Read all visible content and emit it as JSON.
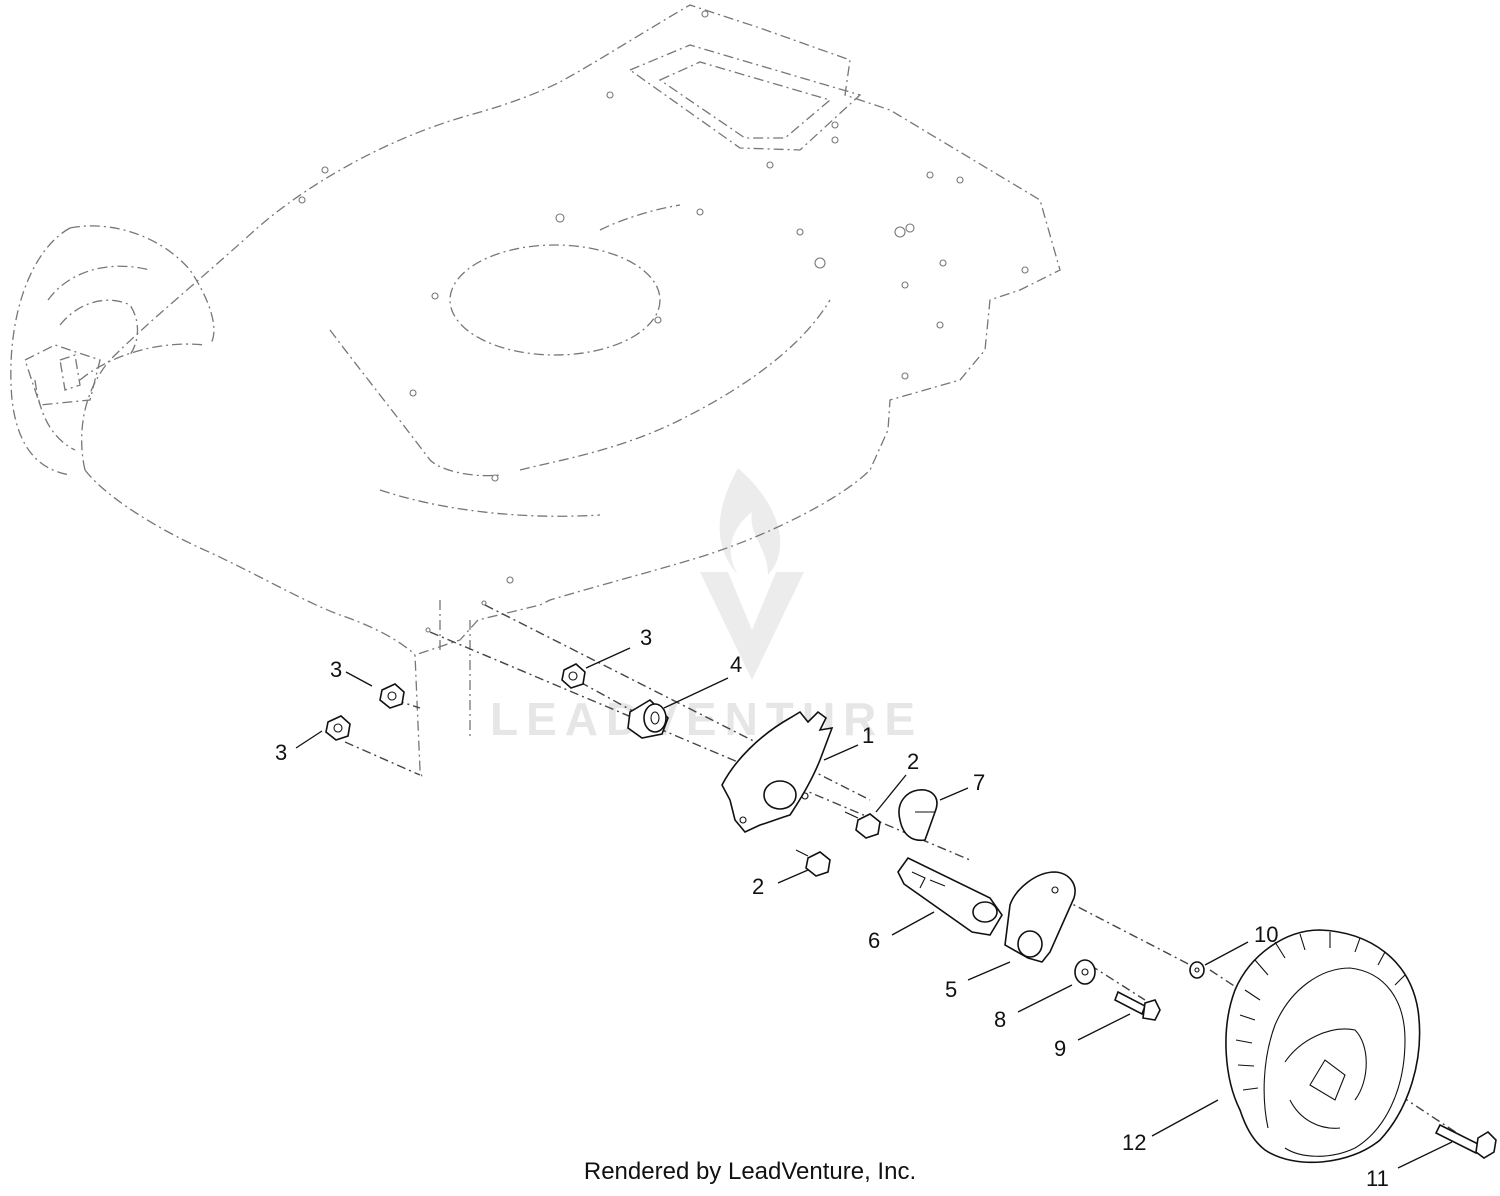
{
  "watermark": {
    "text": "LEADVENTURE"
  },
  "footer": {
    "text": "Rendered by LeadVenture, Inc."
  },
  "callouts": {
    "c1": "1",
    "c2a": "2",
    "c2b": "2",
    "c3a": "3",
    "c3b": "3",
    "c3c": "3",
    "c4": "4",
    "c5": "5",
    "c6": "6",
    "c7": "7",
    "c8": "8",
    "c9": "9",
    "c10": "10",
    "c11": "11",
    "c12": "12"
  }
}
